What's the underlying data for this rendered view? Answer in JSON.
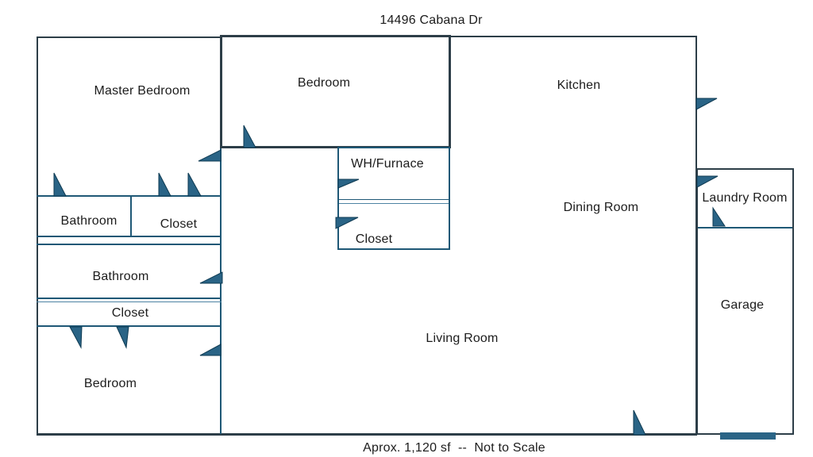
{
  "title": "14496 Cabana Dr",
  "caption": "Aprox. 1,120 sf  --  Not to Scale",
  "rooms": {
    "master_bedroom": "Master Bedroom",
    "bedroom_top": "Bedroom",
    "kitchen": "Kitchen",
    "wh_furnace": "WH/Furnace",
    "wh_closet": "Closet",
    "dining_room": "Dining Room",
    "laundry_room": "Laundry Room",
    "bathroom_1": "Bathroom",
    "closet_1": "Closet",
    "bathroom_2": "Bathroom",
    "closet_2": "Closet",
    "bedroom_2": "Bedroom",
    "living_room": "Living Room",
    "garage": "Garage"
  },
  "colors": {
    "background": "#ffffff",
    "wall_outer": "#2d3e48",
    "wall_inner": "#1f5876",
    "wall_light": "#4d83a3",
    "door_fill": "#2a6486",
    "door_stroke": "#0e3a52",
    "text": "#1c1c1c"
  }
}
